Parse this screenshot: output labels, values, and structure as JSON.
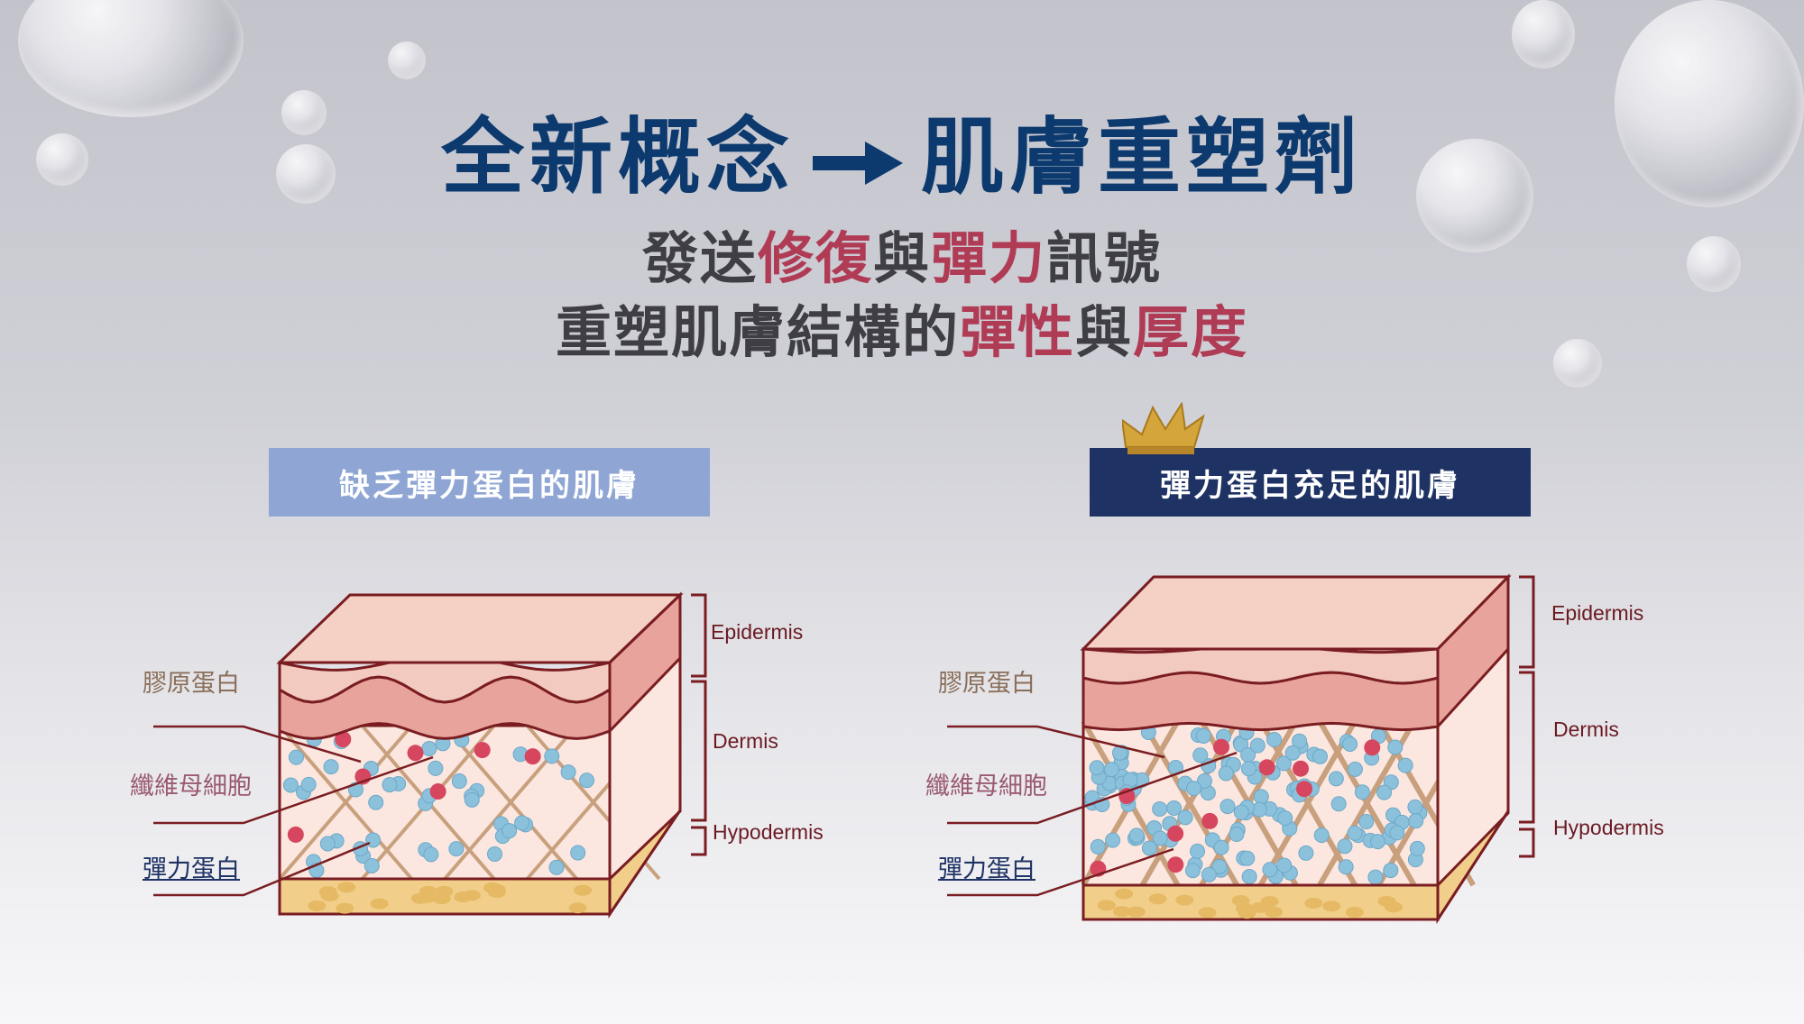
{
  "header": {
    "title_left": "全新概念",
    "title_right": "肌膚重塑劑",
    "line1": [
      {
        "t": "發送",
        "h": false
      },
      {
        "t": "修復",
        "h": true
      },
      {
        "t": "與",
        "h": false
      },
      {
        "t": "彈力",
        "h": true
      },
      {
        "t": "訊號",
        "h": false
      }
    ],
    "line2": [
      {
        "t": "重塑肌膚結構的",
        "h": false
      },
      {
        "t": "彈性",
        "h": true
      },
      {
        "t": "與",
        "h": false
      },
      {
        "t": "厚度",
        "h": true
      }
    ]
  },
  "left_panel": {
    "title": "缺乏彈力蛋白的肌膚",
    "labels": {
      "collagen": "膠原蛋白",
      "fibroblast": "纖維母細胞",
      "elastin": "彈力蛋白"
    },
    "layers": {
      "epidermis": "Epidermis",
      "dermis": "Dermis",
      "hypodermis": "Hypodermis"
    }
  },
  "right_panel": {
    "title": "彈力蛋白充足的肌膚",
    "labels": {
      "collagen": "膠原蛋白",
      "fibroblast": "纖維母細胞",
      "elastin": "彈力蛋白"
    },
    "layers": {
      "epidermis": "Epidermis",
      "dermis": "Dermis",
      "hypodermis": "Hypodermis"
    }
  },
  "colors": {
    "navy": "#0d3a6e",
    "highlight": "#b03b55",
    "left_box": "#8fa6d4",
    "right_box": "#1e3264"
  }
}
